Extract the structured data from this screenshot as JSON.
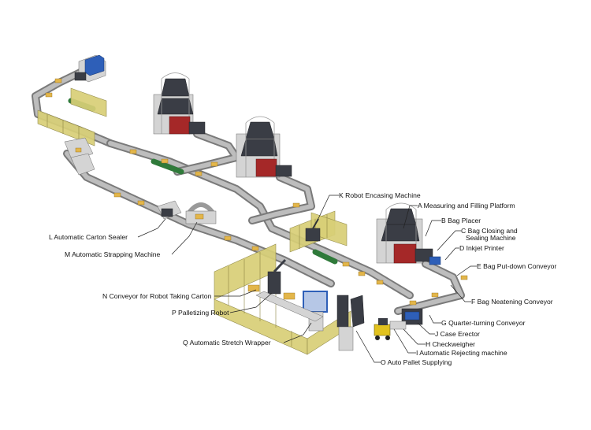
{
  "labels": {
    "A": "A Measuring and Filling Platform",
    "B": "B  Bag Placer",
    "C1": "C Bag Closing and",
    "C2": "Sealing Machine",
    "D": "D Inkjet Printer",
    "E": "E Bag Put-down Conveyor",
    "F": "F  Bag Neatening Conveyor",
    "G": "G Quarter-turning Conveyor",
    "H": "H Checkweigher",
    "I": "I  Automatic Rejecting machine",
    "J": "J Case Erector",
    "K": "K Robot Encasing Machine",
    "L": "L Automatic Carton Sealer",
    "M": "M Automatic Strapping Machine",
    "N": "N Conveyor for Robot Taking Carton",
    "O": "O Auto Pallet Supplying",
    "P": "P Palletizing Robot",
    "Q": "Q Automatic Stretch Wrapper"
  },
  "colors": {
    "conveyor": "#7a7a7a",
    "fence": "#d8cf77",
    "carton": "#e3b64a",
    "machine_red": "#a52828",
    "machine_dark": "#3a3d45",
    "accent_blue": "#2e5fb8",
    "accent_green": "#2f7a3a"
  }
}
